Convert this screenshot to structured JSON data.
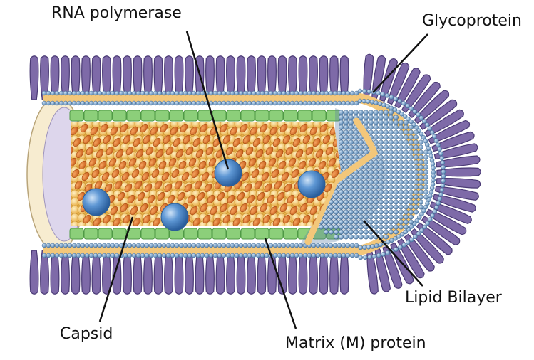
{
  "labels": {
    "rna_polymerase": "RNA polymerase",
    "glycoprotein": "Glycoprotein",
    "lipid_bilayer": "Lipid Bilayer",
    "capsid": "Capsid",
    "matrix_protein": "Matrix (M) protein"
  },
  "colors": {
    "glycoprotein": "#7e6aa8",
    "glycoprotein_dark": "#4a3a75",
    "lipid_head": "#6e9cc8",
    "lipid_tail": "#f3c77a",
    "matrix": "#8ccf7a",
    "capsid_bead": "#f2c260",
    "nucleoprotein": "#e07a2c",
    "polymerase": "#4a86cc",
    "interior": "#ddd6ec",
    "rim": "#f7ecd0"
  }
}
